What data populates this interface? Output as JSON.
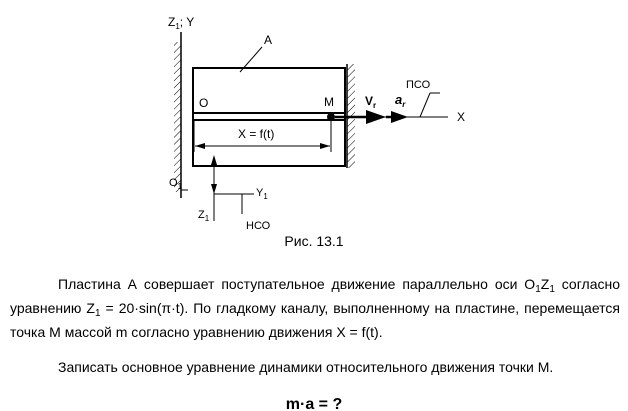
{
  "figure": {
    "labels": {
      "z1y": "Z",
      "z1y_sub": "1",
      "z1y_suffix": "; Y",
      "a": "A",
      "o": "O",
      "m": "M",
      "vr": "V",
      "vr_sub": "r",
      "ar": "a",
      "ar_sub": "r",
      "pso": "ПСО",
      "x": "X",
      "xf": "X = f(t)",
      "o1": "O",
      "o1_sub": "1",
      "y1": "Y",
      "y1_sub": "1",
      "z1": "Z",
      "z1_sub": "1",
      "nso": "НСО"
    }
  },
  "caption": "Рис. 13.1",
  "paragraph1": {
    "part1": "Пластина А совершает поступательное движение параллельно оси O",
    "sub1": "1",
    "part2": "Z",
    "sub2": "1",
    "part3": " согласно уравнению Z",
    "sub3": "1",
    "part4": " = 20·sin(π·t). По гладкому каналу, выполненному на пластине, перемещается точка M массой m согласно уравнению движения X = f(t)."
  },
  "paragraph2": "Записать основное уравнение динамики относительного движения точки M.",
  "formula_cut": "m·a = ?"
}
